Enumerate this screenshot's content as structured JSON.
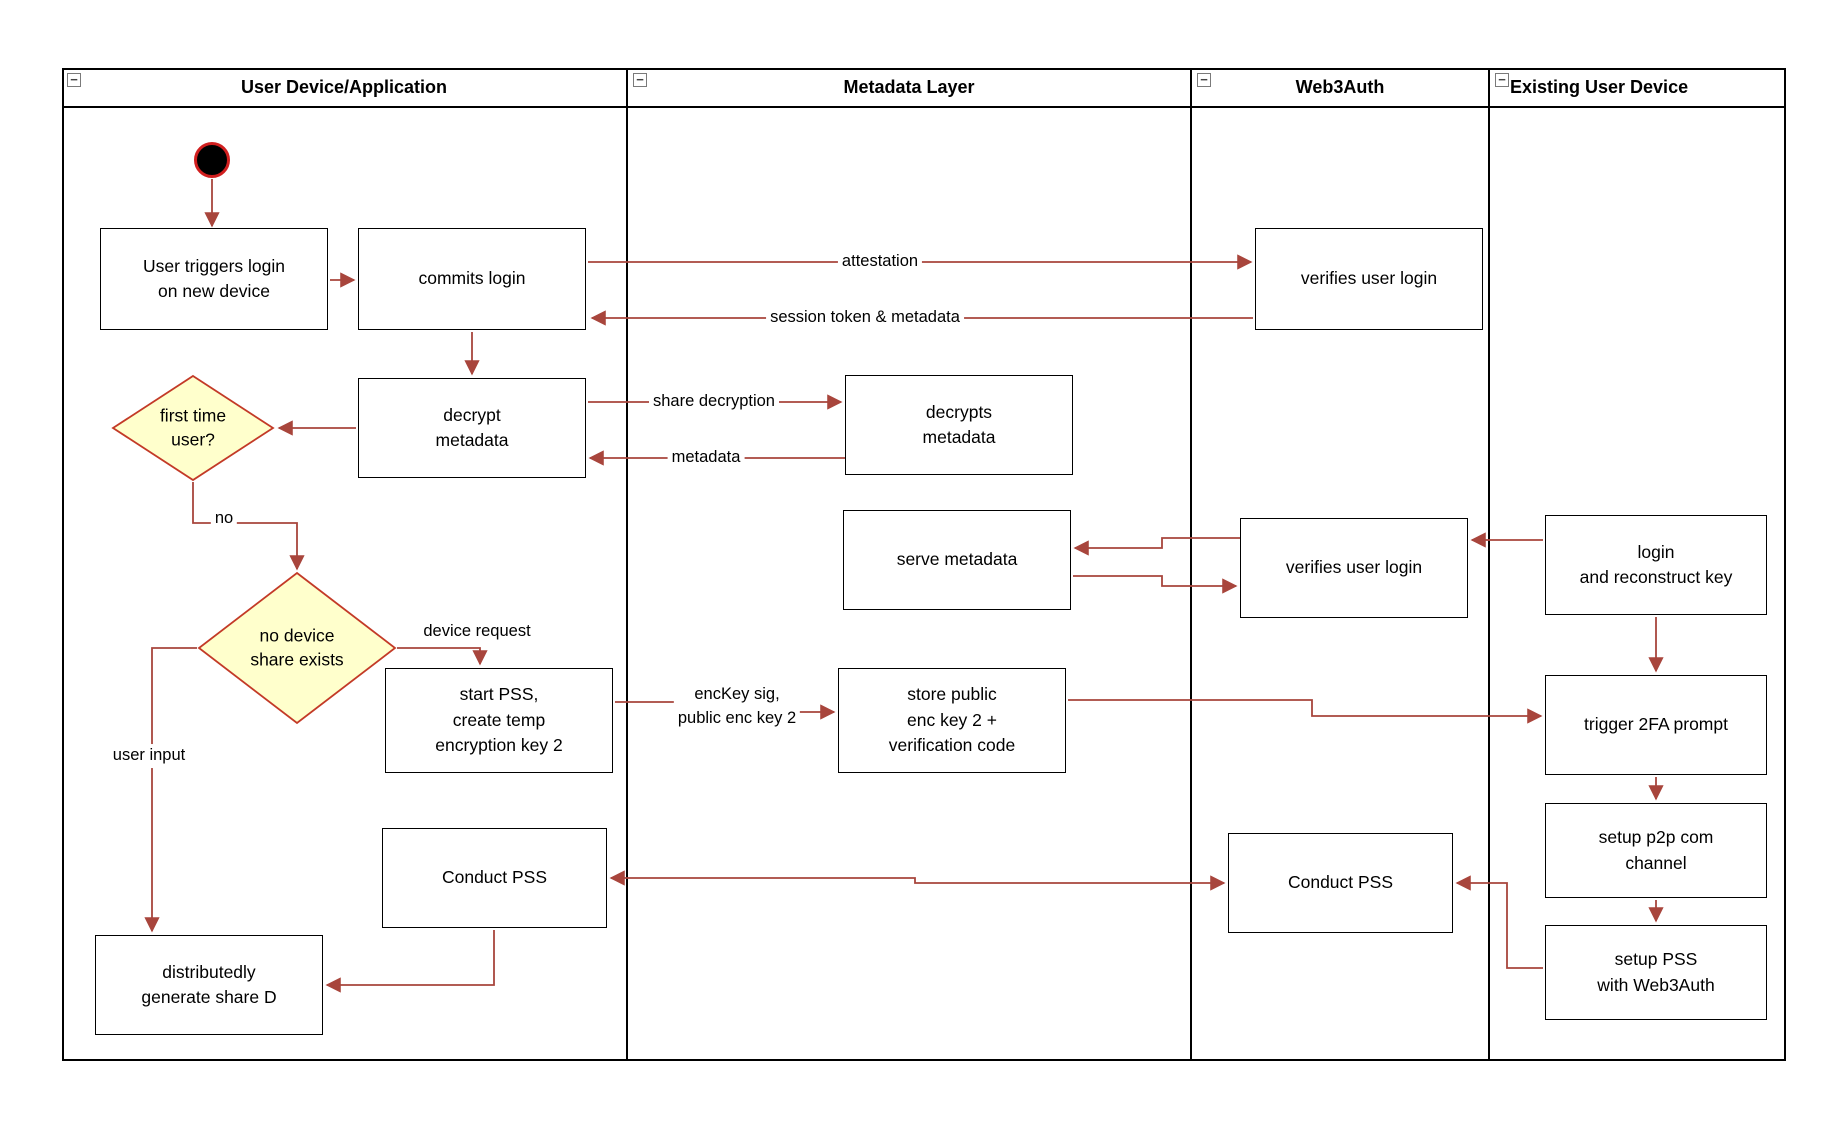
{
  "diagram": {
    "lanes": [
      {
        "title": "User Device/Application",
        "collapse": "−"
      },
      {
        "title": "Metadata Layer",
        "collapse": "−"
      },
      {
        "title": "Web3Auth",
        "collapse": "−"
      },
      {
        "title": "Existing User Device",
        "collapse": "−"
      }
    ],
    "nodes": {
      "user_triggers": "User triggers login\non new device",
      "commits_login": "commits login",
      "verifies_user_login_1": "verifies user login",
      "decrypt_metadata": "decrypt\nmetadata",
      "decrypts_metadata": "decrypts\nmetadata",
      "first_time_user": "first time\nuser?",
      "serve_metadata": "serve metadata",
      "verifies_user_login_2": "verifies user login",
      "login_reconstruct": "login\nand reconstruct key",
      "no_device_share": "no device\nshare exists",
      "start_pss": "start PSS,\ncreate temp\nencryption key 2",
      "store_public": "store public\nenc key 2 +\nverification code",
      "trigger_2fa": "trigger 2FA prompt",
      "setup_p2p": "setup p2p com\nchannel",
      "conduct_pss_user": "Conduct PSS",
      "conduct_pss_web3auth": "Conduct PSS",
      "setup_pss": "setup PSS\nwith Web3Auth",
      "generate_share_d": "distributedly\ngenerate share D"
    },
    "edge_labels": {
      "attestation": "attestation",
      "session_token": "session token & metadata",
      "share_decryption": "share decryption",
      "metadata": "metadata",
      "no": "no",
      "device_request": "device request",
      "enc_key": "encKey sig,\npublic enc key 2",
      "user_input": "user input"
    },
    "colors": {
      "arrow": "#a8453c",
      "decision_fill": "#ffffcc",
      "decision_border": "#c33a27",
      "start_node_ring": "#d11f1f",
      "node_border": "#000000"
    }
  }
}
